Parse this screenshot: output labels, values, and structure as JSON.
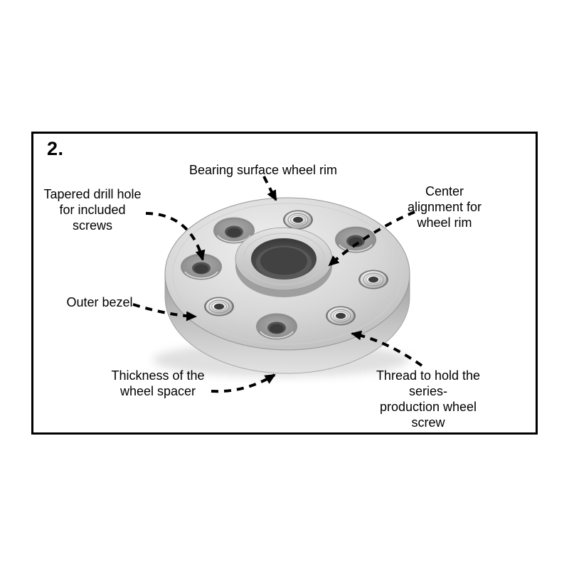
{
  "figure": {
    "step_number": "2.",
    "labels": {
      "bearing": "Bearing surface wheel rim",
      "tapered": [
        "Tapered drill hole",
        "for included",
        "screws"
      ],
      "center": [
        "Center alignment for",
        "wheel rim"
      ],
      "outer_bezel": "Outer bezel",
      "thickness": [
        "Thickness of the",
        "wheel spacer"
      ],
      "thread": [
        "Thread to hold the series-",
        "production wheel screw"
      ]
    },
    "colors": {
      "frame_border": "#000000",
      "arrow": "#000000",
      "text": "#000000",
      "spacer_light": "#e8e8e8",
      "spacer_mid": "#c6c6c6",
      "spacer_dark": "#8e8e8e",
      "bore_dark": "#3c3c3c"
    }
  }
}
